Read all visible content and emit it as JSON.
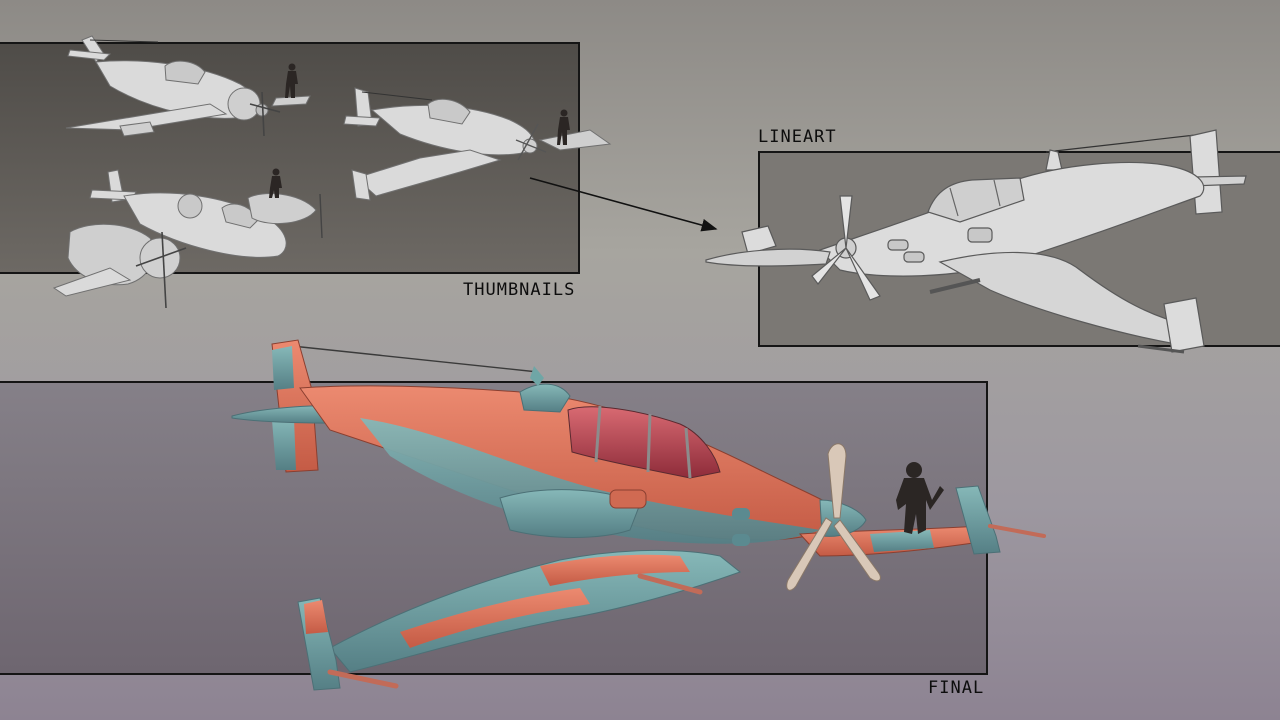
{
  "labels": {
    "thumbnails": "THUMBNAILS",
    "lineart": "LINEART",
    "final": "FINAL"
  },
  "colors": {
    "thumbnails_panel": "#5f5b56",
    "lineart_panel": "#7c7975",
    "final_panel": "#79727a",
    "sketch_fill": "#dcdcdc",
    "sketch_stroke": "#6e6e6e",
    "plane_orange": "#e0735a",
    "plane_teal": "#6fa6a6",
    "canopy_red": "#b3404e",
    "silhouette": "#2b2624"
  }
}
